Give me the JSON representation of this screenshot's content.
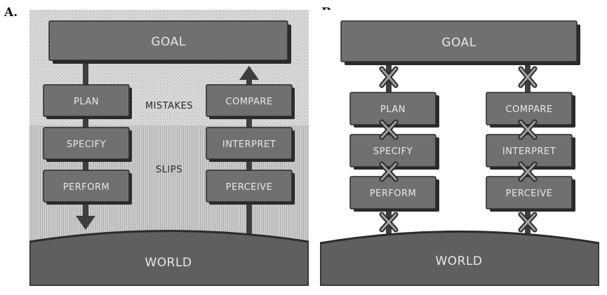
{
  "panel_a": {
    "letter": "A.",
    "goal": "GOAL",
    "world": "WORLD",
    "left_stages": [
      "PLAN",
      "SPECIFY",
      "PERFORM"
    ],
    "right_stages": [
      "COMPARE",
      "INTERPRET",
      "PERCEIVE"
    ],
    "mistakes_label": "MISTAKES",
    "slips_label": "SLIPS"
  },
  "panel_b": {
    "letter": "B.",
    "goal": "GOAL",
    "world": "WORLD",
    "left_stages": [
      "PLAN",
      "SPECIFY",
      "PERFORM"
    ],
    "right_stages": [
      "COMPARE",
      "INTERPRET",
      "PERCEIVE"
    ]
  },
  "colors": {
    "box_fill": "#6e6e6e",
    "box_shadow": "#2b2b2b",
    "world_fill": "#5f5f5f",
    "mistakes_bg": "#dcdcdc",
    "slips_bg": "#c4c4c4",
    "cross": "#9a9a9a"
  }
}
